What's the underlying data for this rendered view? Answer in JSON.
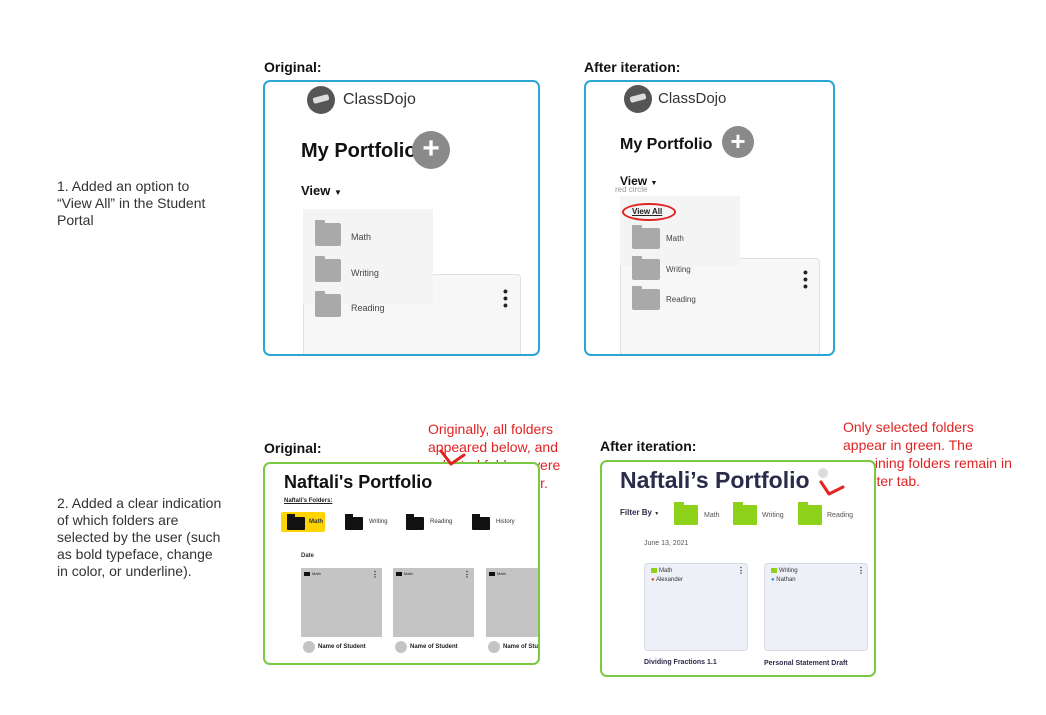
{
  "section1": {
    "note": "1. Added an option to “View All” in the Student Portal",
    "original_label": "Original:",
    "after_label": "After iteration:",
    "brand": "ClassDojo",
    "title": "My Portfolio",
    "view_label": "View",
    "folders": [
      "Math",
      "Writing",
      "Reading"
    ],
    "after_annotation": "red circle",
    "view_all": "View All"
  },
  "section2": {
    "note": "2. Added a clear indication of which folders are selected by the user (such as bold typeface, change in color, or underline).",
    "original_label": "Original:",
    "after_label": "After iteration:",
    "original_comment": "Originally, all folders appeared below, and selected folders were highlighted in color.",
    "after_comment": "Only selected folders appear in green. The remaining folders remain in the filter tab.",
    "orig": {
      "title": "Naftali's Portfolio",
      "folders_label": "Naftali's Folders:",
      "folders": [
        "Math",
        "Writing",
        "Reading",
        "History"
      ],
      "date_label": "Date",
      "card_tag": "Math",
      "student": "Name of Student",
      "student_cut": "Name of Stu"
    },
    "after": {
      "title": "Naftali’s Portfolio",
      "filter_label": "Filter By",
      "folders": [
        "Math",
        "Writing",
        "Reading"
      ],
      "date": "June 13, 2021",
      "cards": [
        {
          "folder": "Math",
          "student": "Alexander",
          "title": "Dividing Fractions 1.1"
        },
        {
          "folder": "Writing",
          "student": "Nathan",
          "title": "Personal Statement Draft"
        }
      ]
    }
  },
  "colors": {
    "blue_border": "#2aa6d6",
    "green_border": "#7ac943",
    "annotation_red": "#e02424",
    "folder_green": "#8ed11a",
    "highlight_yellow": "#ffd400"
  }
}
